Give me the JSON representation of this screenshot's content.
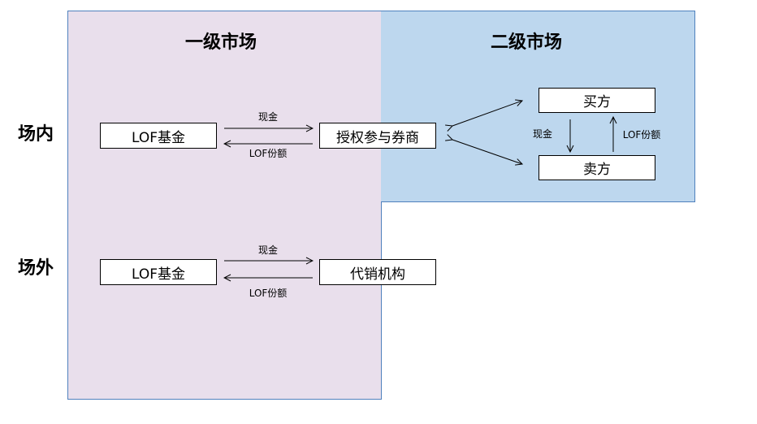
{
  "regions": {
    "primary_market": "一级市场",
    "secondary_market": "二级市场"
  },
  "rows": {
    "on_exchange": "场内",
    "off_exchange": "场外"
  },
  "nodes": {
    "lof_fund_on": "LOF基金",
    "authorized_broker": "授权参与券商",
    "buyer": "买方",
    "seller": "卖方",
    "lof_fund_off": "LOF基金",
    "sales_agency": "代销机构"
  },
  "flows": {
    "on_cash": "现金",
    "on_shares": "LOF份额",
    "off_cash": "现金",
    "off_shares": "LOF份额",
    "sec_cash": "现金",
    "sec_shares": "LOF份额"
  },
  "colors": {
    "primary_bg": "#e9dfec",
    "secondary_bg": "#bdd7ee",
    "region_border": "#4f81bd"
  }
}
